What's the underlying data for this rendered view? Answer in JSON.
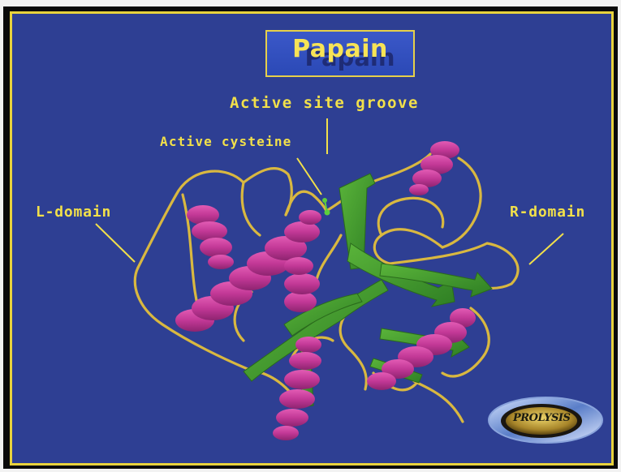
{
  "title": "Papain",
  "labels": {
    "active_site_groove": "Active site groove",
    "active_cysteine": "Active cysteine",
    "l_domain": "L-domain",
    "r_domain": "R-domain"
  },
  "logo": {
    "text": "PROLYSIS"
  },
  "colors": {
    "background": "#2e3f93",
    "border": "#e8d23c",
    "label_text": "#f2e04a",
    "helix": "#c83a9a",
    "sheet": "#3a9a2a",
    "coil": "#d9b840"
  }
}
